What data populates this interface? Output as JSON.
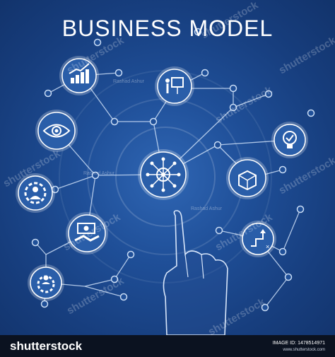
{
  "title": "BUSINESS MODEL",
  "watermarks": {
    "brand": "shutterstock",
    "author": "Rashad Ashur"
  },
  "icons": {
    "center": "network-hub-icon",
    "items": [
      "growth-chart-icon",
      "presentation-icon",
      "eye-vision-icon",
      "idea-bulb-icon",
      "team-management-icon",
      "product-box-icon",
      "money-handshake-icon",
      "strategy-path-icon",
      "settings-people-icon"
    ]
  },
  "footer": {
    "logo": "shutterstock",
    "image_id": "IMAGE ID: 1478514971",
    "site": "www.shutterstock.com"
  },
  "colors": {
    "background": "#1f4f98",
    "line": "#c9dcf5",
    "icon_fill": "#ffffff",
    "icon_glyph": "#1d4a8f"
  }
}
